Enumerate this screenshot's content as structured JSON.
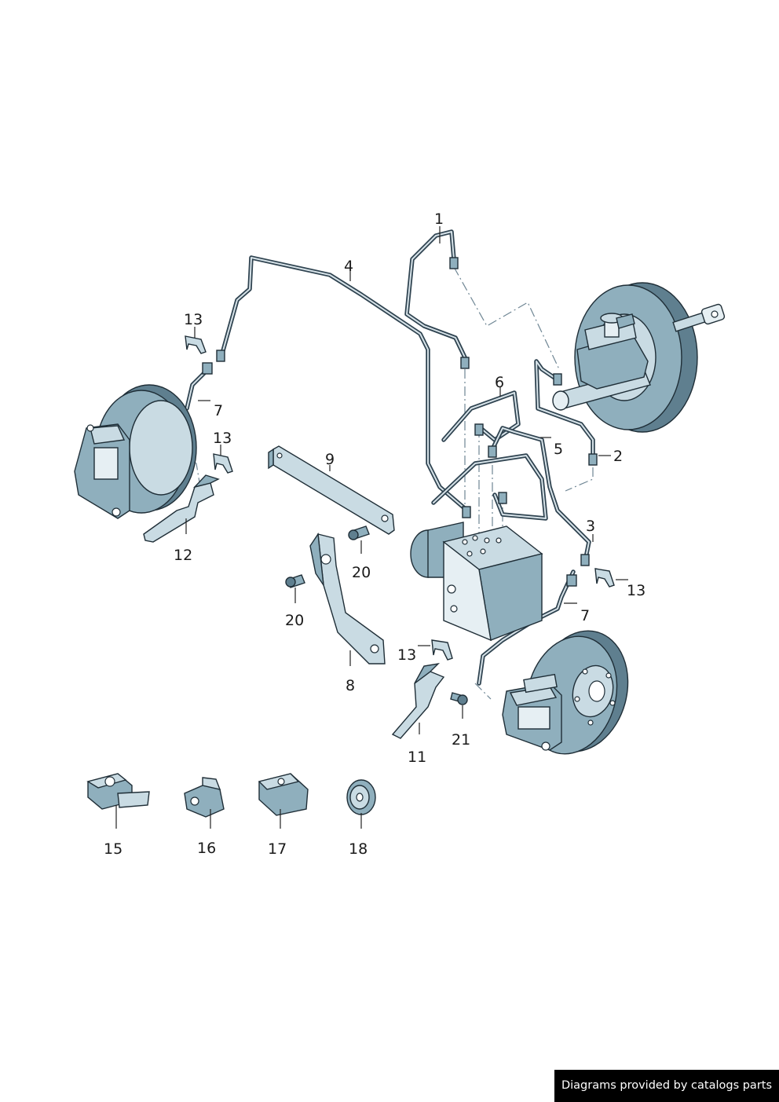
{
  "callouts": {
    "c1": "1",
    "c2": "2",
    "c3": "3",
    "c4": "4",
    "c5": "5",
    "c6": "6",
    "c7a": "7",
    "c7b": "7",
    "c8": "8",
    "c9": "9",
    "c11": "11",
    "c12": "12",
    "c13a": "13",
    "c13b": "13",
    "c13c": "13",
    "c13d": "13",
    "c15": "15",
    "c16": "16",
    "c17": "17",
    "c18": "18",
    "c20a": "20",
    "c20b": "20",
    "c21": "21"
  },
  "credit": "Diagrams provided by catalogs parts"
}
